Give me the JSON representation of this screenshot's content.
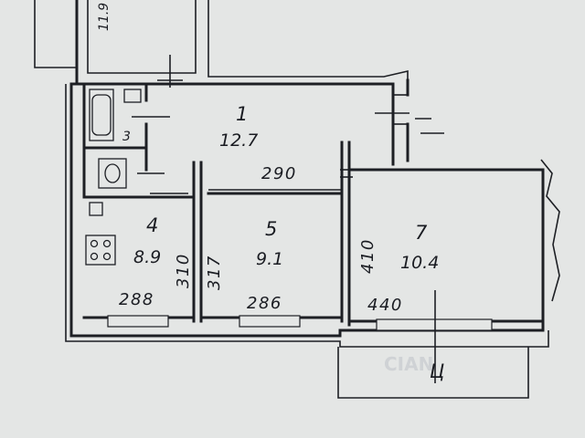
{
  "rooms": [
    {
      "id": "1",
      "number": "1",
      "area": "12.7"
    },
    {
      "id": "3",
      "number": "3"
    },
    {
      "id": "4",
      "number": "4",
      "area": "8.9"
    },
    {
      "id": "5",
      "number": "5",
      "area": "9.1"
    },
    {
      "id": "7",
      "number": "7",
      "area": "10.4"
    }
  ],
  "dimensions": {
    "corridor_290": "290",
    "room4_width": "288",
    "room4_depth": "310",
    "room5_width": "286",
    "room5_depth": "317",
    "room7_width": "440",
    "room7_depth": "410",
    "top_left_fragment": "11.9"
  },
  "balcony_mark": "Ц",
  "watermark": "CIAN"
}
